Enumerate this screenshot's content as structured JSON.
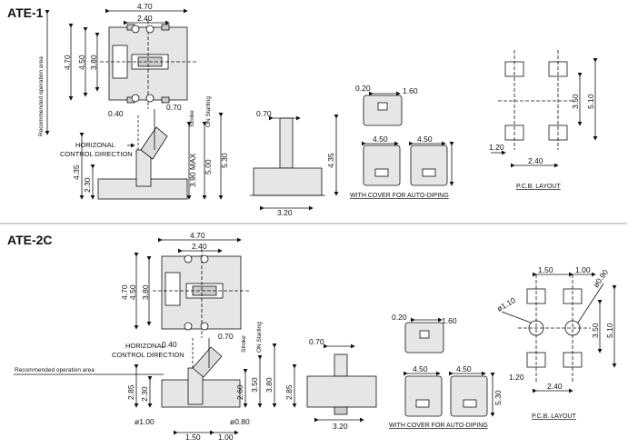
{
  "sections": [
    {
      "title": "ATE-1",
      "top_dims": [
        "4.70",
        "2.40"
      ],
      "left_dims": [
        "4.70",
        "4.50",
        "3.80"
      ],
      "recommended": "Recommended operation area",
      "side_labels": [
        "0.40",
        "0.70"
      ],
      "vertical_labels": [
        "Stroke",
        "ON Starting"
      ],
      "horizontal_control": [
        "HORIZONAL",
        "CONTROL DIRECTION"
      ],
      "right_dims": [
        "3.90 MAX",
        "5.00",
        "5.30"
      ],
      "bottom_left": [
        "4.35",
        "2.30"
      ],
      "side_view": [
        "0.70",
        "4.35",
        "3.20"
      ],
      "cover_dims": [
        "0.20",
        "1.60",
        "4.50",
        "4.50"
      ],
      "cover_caption": "WITH COVER FOR AUTO-DIPING",
      "pcb_dims": [
        "3.50",
        "5.10",
        "1.20",
        "2.40"
      ],
      "pcb_caption": "P.C.B. LAYOUT"
    },
    {
      "title": "ATE-2C",
      "top_dims": [
        "4.70",
        "2.40"
      ],
      "left_dims": [
        "4.70",
        "4.50",
        "3.80"
      ],
      "recommended": "Recommended operation area",
      "side_labels": [
        "0.40",
        "0.70"
      ],
      "vertical_labels": [
        "Stroke",
        "ON Starting"
      ],
      "horizontal_control": [
        "HORIZONAL",
        "CONTROL DIRECTION"
      ],
      "right_dims": [
        "2.60",
        "3.50",
        "3.80"
      ],
      "bottom_left": [
        "2.85",
        "2.30"
      ],
      "bottom_dims": [
        "ø1.00",
        "ø0.80",
        "1.50",
        "1.00"
      ],
      "side_view": [
        "0.70",
        "2.85",
        "3.20"
      ],
      "cover_dims": [
        "0.20",
        "1.60",
        "4.50",
        "4.50",
        "5.30"
      ],
      "cover_caption": "WITH COVER FOR AUTO-DIPING",
      "pcb_dims": [
        "1.50",
        "1.00",
        "ø0.90",
        "ø1.10",
        "3.50",
        "5.10",
        "1.20",
        "2.40"
      ],
      "pcb_caption": "P.C.B. LAYOUT"
    }
  ]
}
